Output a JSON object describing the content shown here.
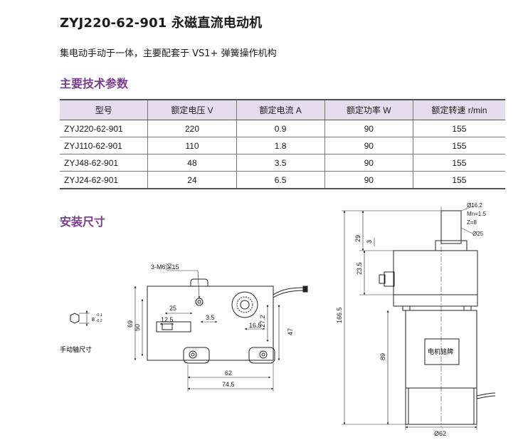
{
  "header": {
    "title": "ZYJ220-62-901 永磁直流电动机",
    "subtitle": "集电动手动于一体，主要配套于 VS1+ 弹簧操作机构"
  },
  "sections": {
    "specs": "主要技术参数",
    "install": "安装尺寸"
  },
  "table": {
    "columns": [
      "型号",
      "额定电压 V",
      "额定电流 A",
      "额定功率 W",
      "额定转速 r/min"
    ],
    "rows": [
      [
        "ZYJ220-62-901",
        "220",
        "0.9",
        "90",
        "155"
      ],
      [
        "ZYJ110-62-901",
        "110",
        "1.8",
        "90",
        "155"
      ],
      [
        "ZYJ48-62-901",
        "48",
        "3.5",
        "90",
        "155"
      ],
      [
        "ZYJ24-62-901",
        "24",
        "6.5",
        "90",
        "155"
      ]
    ]
  },
  "drawing": {
    "shaft": {
      "caption": "手动轴尺寸",
      "dim": "8",
      "tol_upper": "-0.1",
      "tol_lower": "-0.2"
    },
    "front": {
      "hole_label": "3-M6深15",
      "dims": {
        "d69": "69",
        "d50": "50",
        "d25": "25",
        "d12_5": "12.5",
        "d3_5": "3.5",
        "d16_5": "16.5",
        "d27_2": "27.2",
        "d47": "47",
        "d62": "62",
        "d74_5": "74.5"
      }
    },
    "side": {
      "notes": [
        "Ø16.2",
        "Mn=1.5",
        "Z=8",
        "Ø25"
      ],
      "nameplate": "电机铭牌",
      "dims": {
        "d29": "29",
        "d3": "3",
        "d23_5": "23.5",
        "d166_5": "166.5",
        "d89": "89",
        "d62": "Ø62"
      }
    }
  }
}
